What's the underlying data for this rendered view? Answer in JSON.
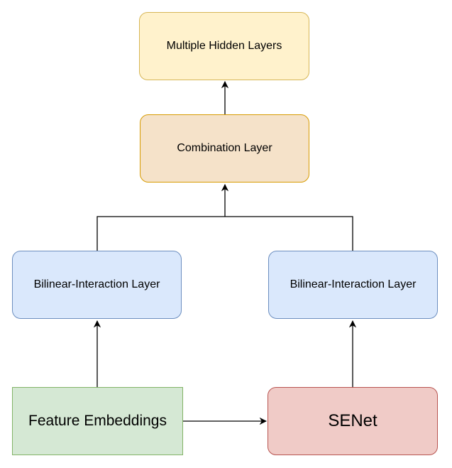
{
  "nodes": {
    "hidden": {
      "label": "Multiple Hidden Layers",
      "fill": "#fff2cc",
      "stroke": "#d6b656"
    },
    "combination": {
      "label": "Combination Layer",
      "fill": "#f5e2c9",
      "stroke": "#d79b00"
    },
    "bilinear_left": {
      "label": "Bilinear-Interaction Layer",
      "fill": "#dae8fc",
      "stroke": "#6c8ebf"
    },
    "bilinear_right": {
      "label": "Bilinear-Interaction Layer",
      "fill": "#dae8fc",
      "stroke": "#6c8ebf"
    },
    "embeddings": {
      "label": "Feature Embeddings",
      "fill": "#d5e8d4",
      "stroke": "#82b366"
    },
    "senet": {
      "label": "SENet",
      "fill": "#f0cbc7",
      "stroke": "#b85450"
    }
  },
  "edge_color": "#000000"
}
